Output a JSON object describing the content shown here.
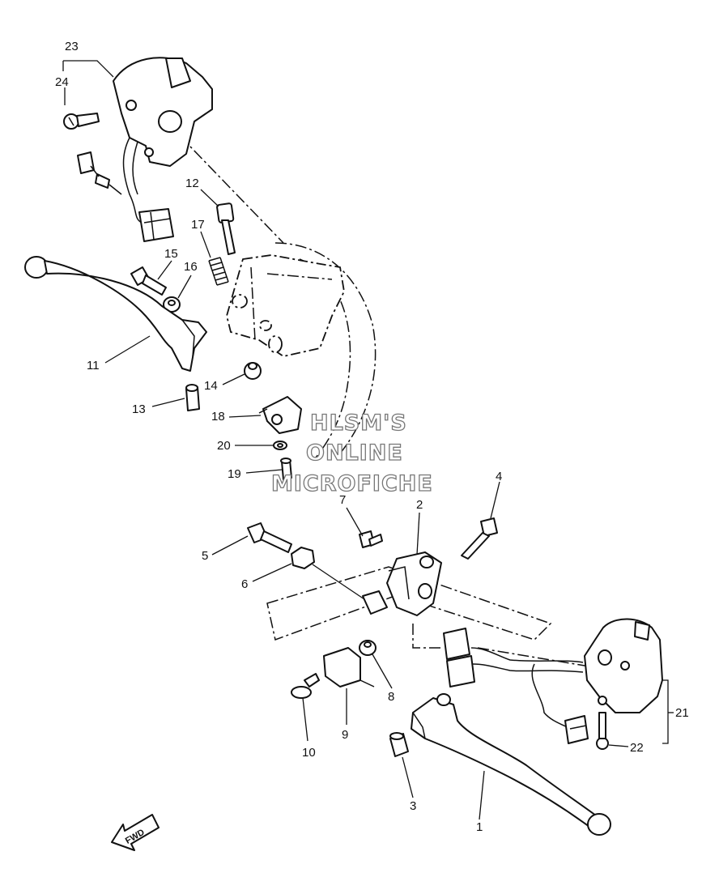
{
  "watermark": {
    "line1": "HLSM'S",
    "line2": "ONLINE",
    "line3": "MICROFICHE"
  },
  "direction_label": "FWD",
  "parts": [
    {
      "ref": "1"
    },
    {
      "ref": "2"
    },
    {
      "ref": "3"
    },
    {
      "ref": "4"
    },
    {
      "ref": "5"
    },
    {
      "ref": "6"
    },
    {
      "ref": "7"
    },
    {
      "ref": "8"
    },
    {
      "ref": "9"
    },
    {
      "ref": "10"
    },
    {
      "ref": "11"
    },
    {
      "ref": "12"
    },
    {
      "ref": "13"
    },
    {
      "ref": "14"
    },
    {
      "ref": "15"
    },
    {
      "ref": "16"
    },
    {
      "ref": "17"
    },
    {
      "ref": "18"
    },
    {
      "ref": "19"
    },
    {
      "ref": "20"
    },
    {
      "ref": "21"
    },
    {
      "ref": "22"
    },
    {
      "ref": "23"
    },
    {
      "ref": "24"
    }
  ]
}
